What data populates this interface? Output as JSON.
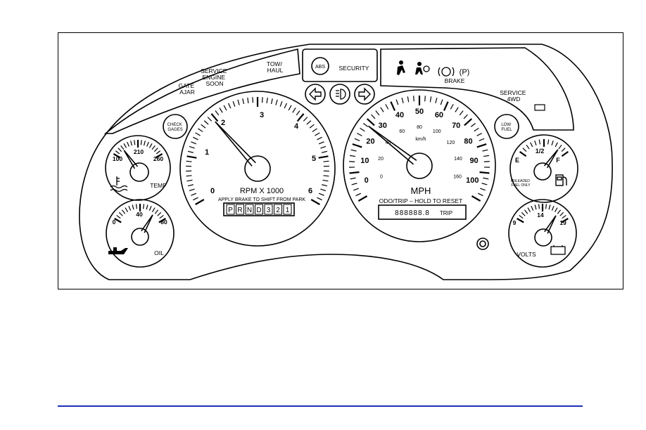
{
  "labels": {
    "gate_ajar_1": "GATE",
    "gate_ajar_2": "AJAR",
    "service_engine_1": "SERVICE",
    "service_engine_2": "ENGINE",
    "service_engine_3": "SOON",
    "tow_haul_1": "TOW/",
    "tow_haul_2": "HAUL",
    "abs": "ABS",
    "security": "SECURITY",
    "brake_p": "(P)",
    "brake": "BRAKE",
    "service_4wd_1": "SERVICE",
    "service_4wd_2": "4WD",
    "check_gages_1": "CHECK",
    "check_gages_2": "GAGES",
    "low_fuel_1": "LOW",
    "low_fuel_2": "FUEL"
  },
  "temp_gauge": {
    "ticks": [
      "100",
      "210",
      "260"
    ],
    "label": "TEMP"
  },
  "oil_gauge": {
    "ticks": [
      "0",
      "40",
      "80"
    ],
    "label": "OIL"
  },
  "tach": {
    "ticks": [
      "0",
      "1",
      "2",
      "3",
      "4",
      "5",
      "6"
    ],
    "label": "RPM X 1000",
    "note": "APPLY BRAKE TO SHIFT FROM PARK",
    "gears": [
      "P",
      "R",
      "N",
      "D",
      "3",
      "2",
      "1"
    ]
  },
  "speedo": {
    "mph_ticks": [
      "0",
      "10",
      "20",
      "30",
      "40",
      "50",
      "60",
      "70",
      "80",
      "90",
      "100"
    ],
    "kmh_ticks": [
      "0",
      "20",
      "40",
      "60",
      "80",
      "100",
      "120",
      "140",
      "160"
    ],
    "kmh_label": "km/h",
    "label": "MPH",
    "odo_label": "ODO/TRIP – HOLD TO RESET",
    "odo_digits": "888888.8",
    "trip": "TRIP"
  },
  "fuel_gauge": {
    "empty": "E",
    "half": "1/2",
    "full": "F",
    "note_1": "UNLEADED",
    "note_2": "FUEL ONLY"
  },
  "volts_gauge": {
    "ticks": [
      "9",
      "14",
      "19"
    ],
    "label": "VOLTS"
  },
  "colors": {
    "line": "#000000",
    "rule": "#1f2fb7"
  }
}
